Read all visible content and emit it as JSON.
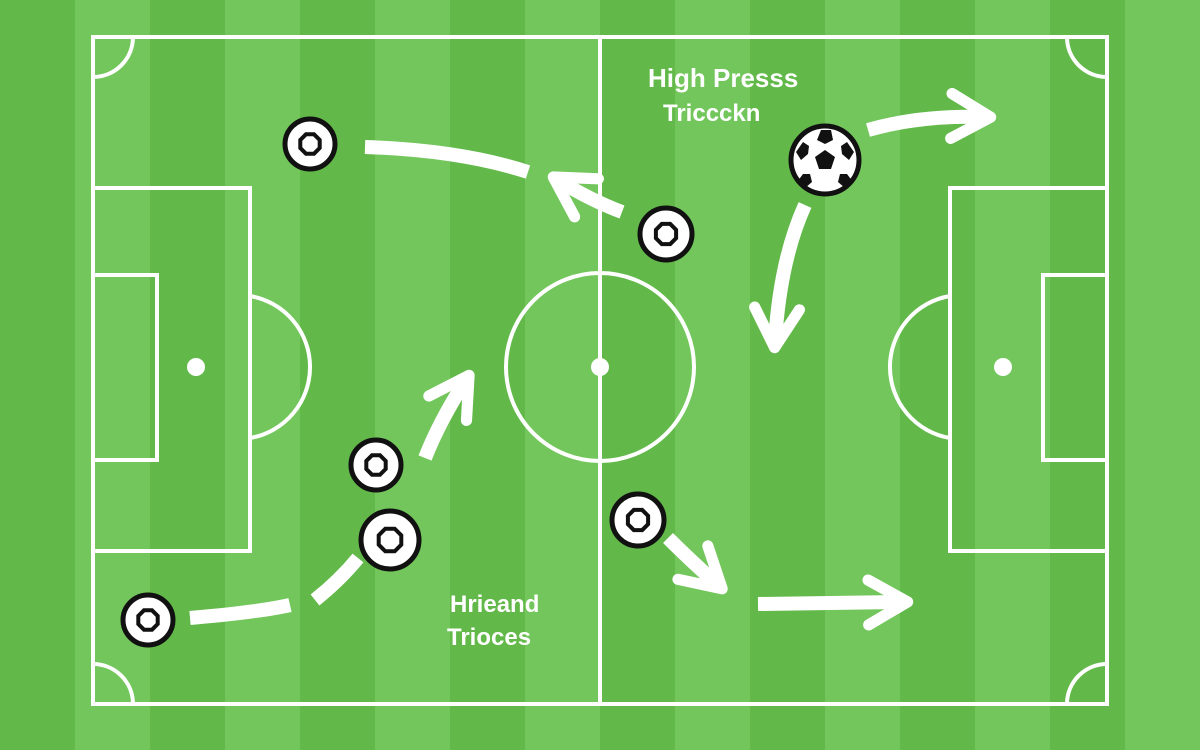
{
  "colors": {
    "grass_dark": "#62b94a",
    "grass_light": "#72c65b",
    "lines": "#ffffff",
    "marker_fill": "#ffffff",
    "marker_stroke": "#111111"
  },
  "labels": {
    "top_line1": "High Presss",
    "top_line2": "Triccckn",
    "bottom_line1": "Hrieand",
    "bottom_line2": "Trioces"
  },
  "markers": [
    {
      "name": "player-marker-1",
      "icon": "player-marker-icon"
    },
    {
      "name": "player-marker-2",
      "icon": "player-marker-icon"
    },
    {
      "name": "player-marker-3",
      "icon": "player-marker-icon"
    },
    {
      "name": "player-marker-4",
      "icon": "player-marker-icon"
    },
    {
      "name": "player-marker-5",
      "icon": "player-marker-icon"
    },
    {
      "name": "player-marker-6",
      "icon": "player-marker-icon"
    }
  ],
  "ball": {
    "icon": "soccer-ball-icon"
  }
}
